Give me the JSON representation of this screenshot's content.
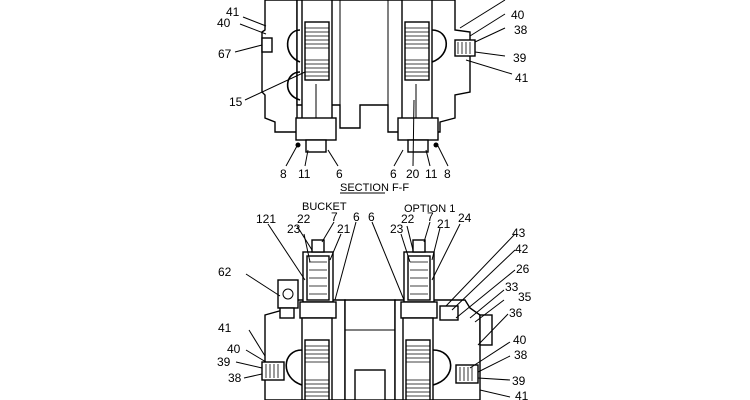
{
  "section_label": "SECTION  F-F",
  "top_labels": [
    {
      "id": "t41L",
      "text": "41"
    },
    {
      "id": "t40L",
      "text": "40"
    },
    {
      "id": "t67",
      "text": "67"
    },
    {
      "id": "t15",
      "text": "15"
    },
    {
      "id": "t40R",
      "text": "40"
    },
    {
      "id": "t38R",
      "text": "38"
    },
    {
      "id": "t39R",
      "text": "39"
    },
    {
      "id": "t41R",
      "text": "41"
    },
    {
      "id": "t8L",
      "text": "8"
    },
    {
      "id": "t11L",
      "text": "11"
    },
    {
      "id": "t6L",
      "text": "6"
    },
    {
      "id": "t6R",
      "text": "6"
    },
    {
      "id": "t20",
      "text": "20"
    },
    {
      "id": "t11R",
      "text": "11"
    },
    {
      "id": "t8R",
      "text": "8"
    }
  ],
  "bottom_titles": {
    "left": "BUCKET",
    "right": "OPTION 1"
  },
  "bottom_labels": [
    {
      "id": "b121",
      "text": "121"
    },
    {
      "id": "b22L",
      "text": "22"
    },
    {
      "id": "b7L",
      "text": "7"
    },
    {
      "id": "b23L",
      "text": "23"
    },
    {
      "id": "b21L",
      "text": "21"
    },
    {
      "id": "b6a",
      "text": "6"
    },
    {
      "id": "b6b",
      "text": "6"
    },
    {
      "id": "b22R",
      "text": "22"
    },
    {
      "id": "b7R",
      "text": "7"
    },
    {
      "id": "b23R",
      "text": "23"
    },
    {
      "id": "b21R",
      "text": "21"
    },
    {
      "id": "b24",
      "text": "24"
    },
    {
      "id": "b43",
      "text": "43"
    },
    {
      "id": "b42",
      "text": "42"
    },
    {
      "id": "b26",
      "text": "26"
    },
    {
      "id": "b62",
      "text": "62"
    },
    {
      "id": "b33",
      "text": "33"
    },
    {
      "id": "b35",
      "text": "35"
    },
    {
      "id": "b36",
      "text": "36"
    },
    {
      "id": "b41L",
      "text": "41"
    },
    {
      "id": "b40L",
      "text": "40"
    },
    {
      "id": "b39L",
      "text": "39"
    },
    {
      "id": "b38L",
      "text": "38"
    },
    {
      "id": "b40R",
      "text": "40"
    },
    {
      "id": "b38R",
      "text": "38"
    },
    {
      "id": "b39R",
      "text": "39"
    },
    {
      "id": "b41R",
      "text": "41"
    }
  ]
}
